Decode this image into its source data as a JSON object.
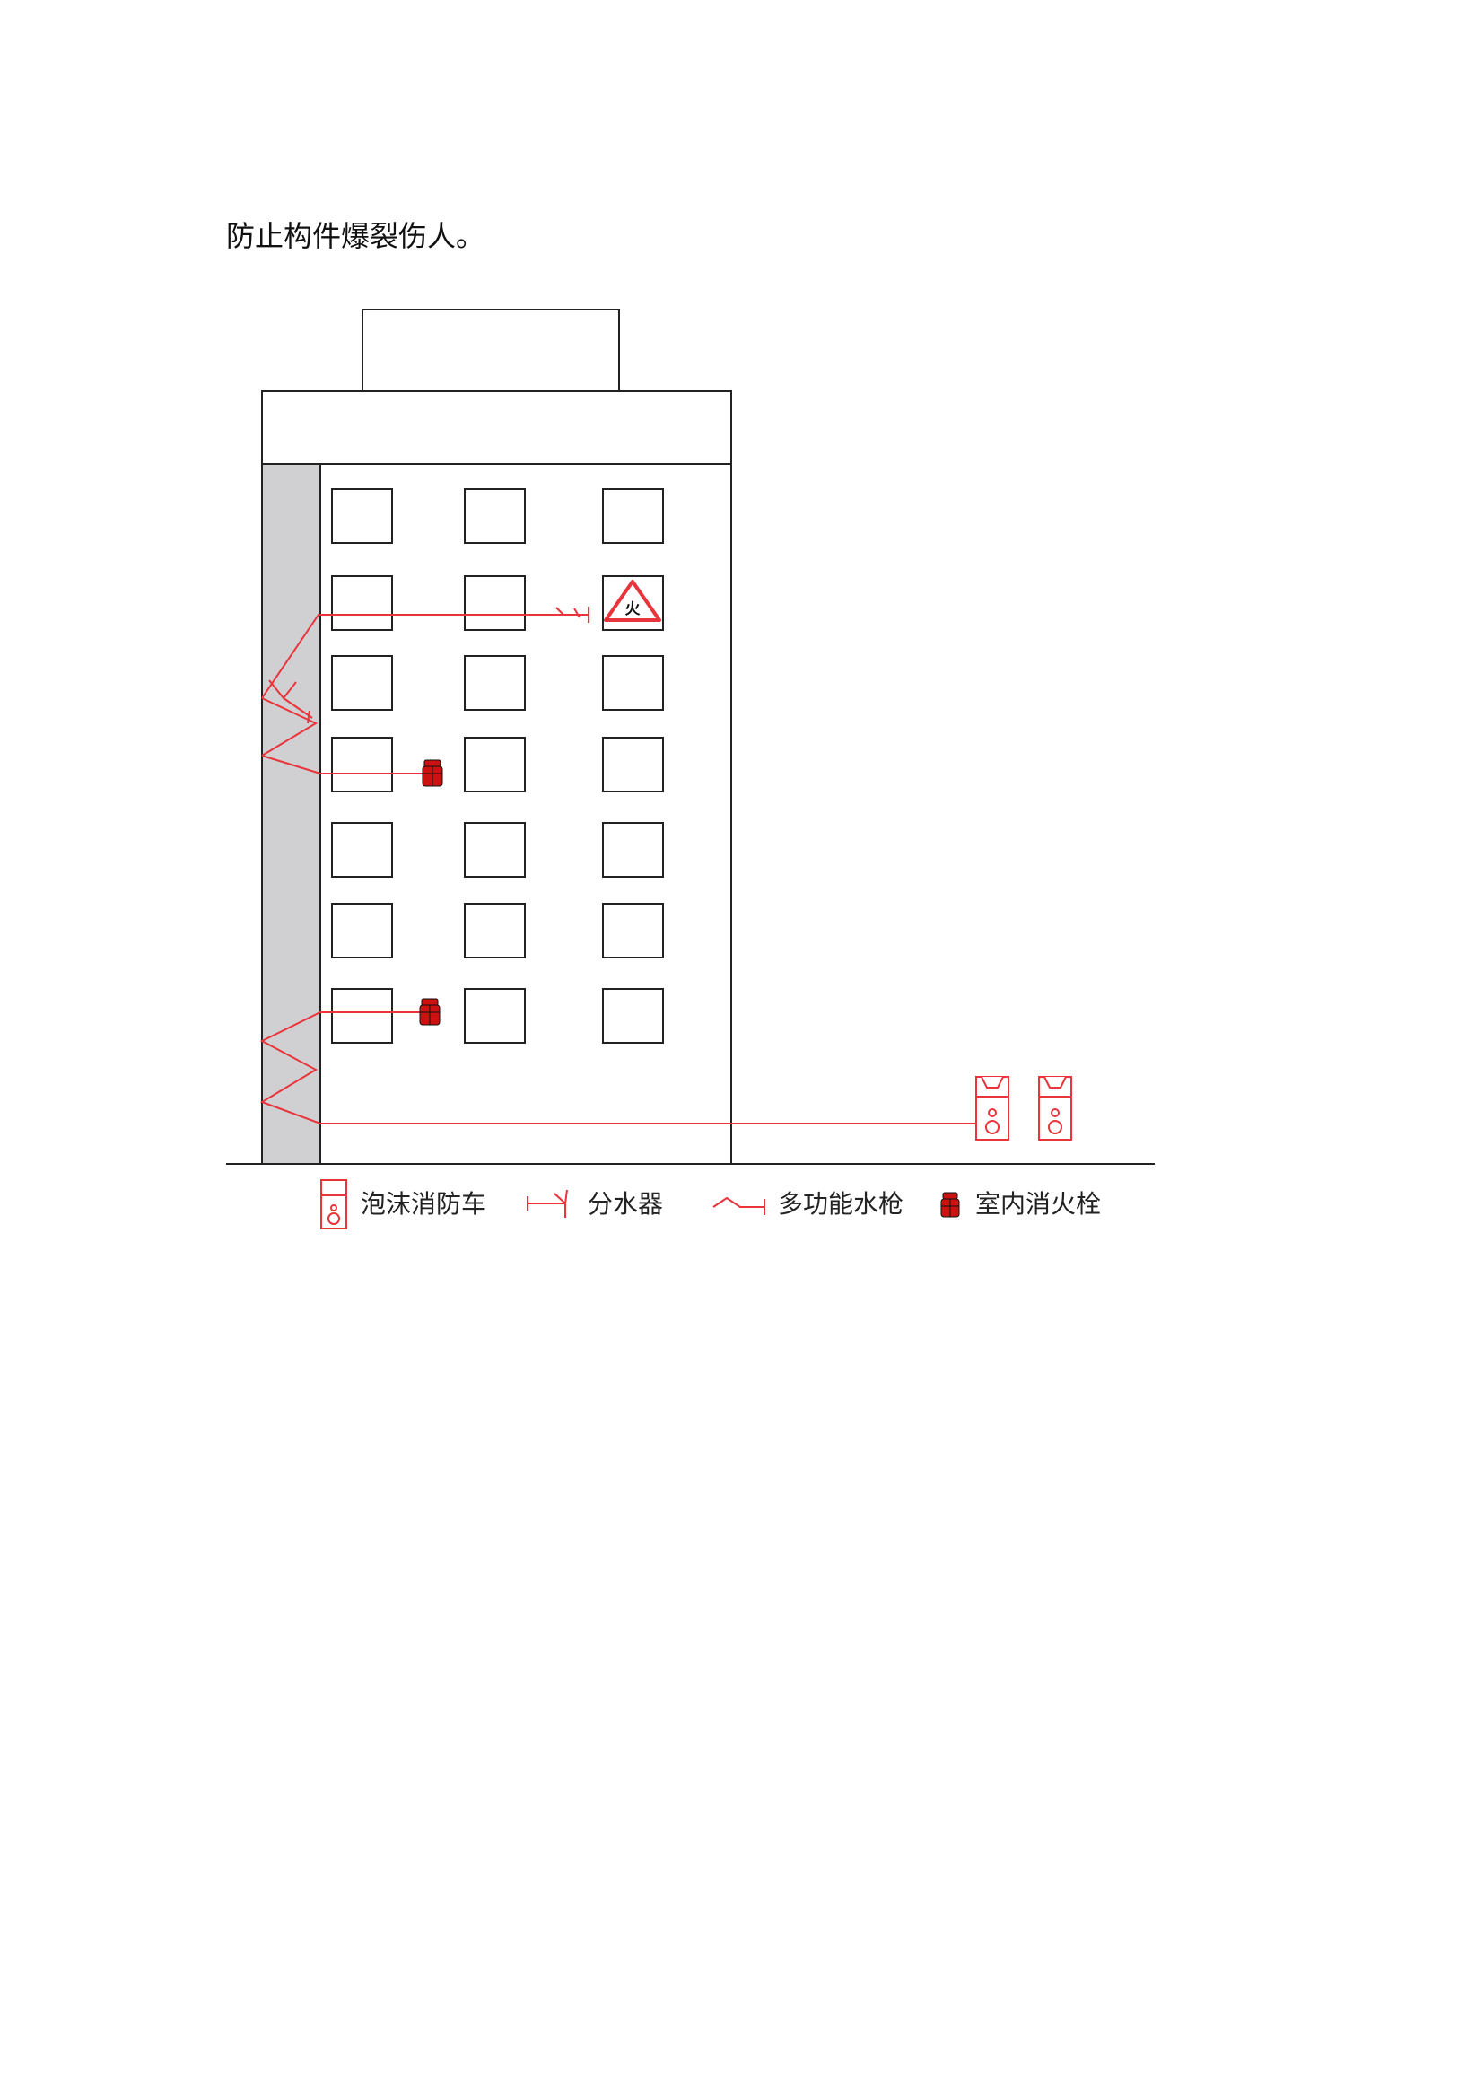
{
  "intro_text": "防止构件爆裂伤人。",
  "fire_label": "火",
  "legend": {
    "foam_truck": "泡沫消防车",
    "water_divider": "分水器",
    "multi_nozzle": "多功能水枪",
    "indoor_hydrant": "室内消火栓"
  },
  "colors": {
    "hose": "#e8343a",
    "hydrant": "#cc1111",
    "stair_core": "#d0d0d3",
    "outline": "#222222"
  }
}
